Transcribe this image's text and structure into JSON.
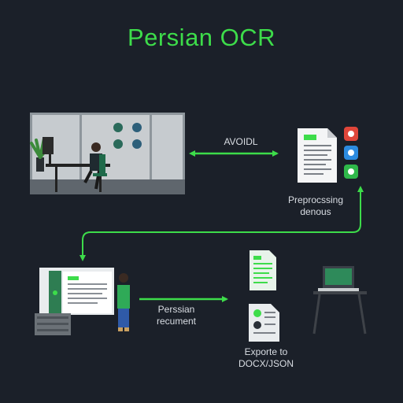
{
  "title": "Persian OCR",
  "labels": {
    "avoid": "AVOIDL",
    "preprocess_line1": "Preprocssing",
    "preprocess_line2": "denous",
    "persian_line1": "Perssian",
    "persian_line2": "recument",
    "export_line1": "Exporte to",
    "export_line2": "DOCX/JSON"
  },
  "colors": {
    "accent": "#3ddc4a",
    "background": "#1b2029",
    "text": "#d9dde3"
  },
  "icons": [
    "document-icon",
    "red-app-icon",
    "blue-app-icon",
    "green-app-icon",
    "laptop-icon"
  ]
}
